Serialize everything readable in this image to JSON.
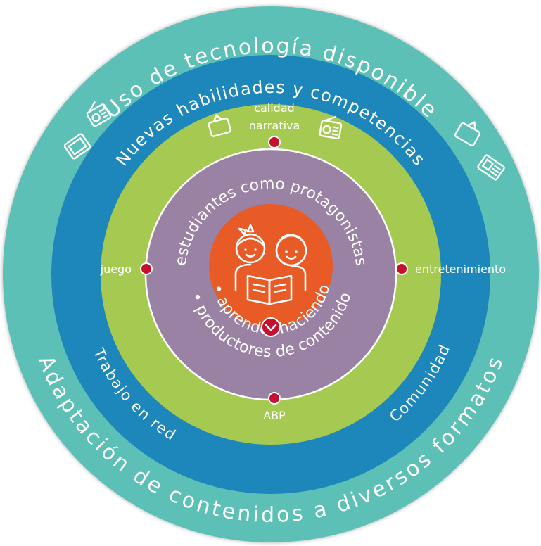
{
  "diagram": {
    "outer_ring": {
      "top_text": "Uso de tecnología disponible",
      "bottom_text": "Adaptación de contenidos a diversos formatos",
      "color": "#5cc0b6"
    },
    "blue_ring": {
      "top_text": "Nuevas habilidades y competencias",
      "bottom_left_text": "Trabajo en red",
      "bottom_right_text": "Comunidad",
      "color": "#1d86bb"
    },
    "green_ring": {
      "color": "#a6c951",
      "points": {
        "top_line1": "calidad",
        "top_line2": "narrativa",
        "left": "juego",
        "right": "entretenimiento",
        "bottom": "ABP"
      },
      "marker_color": "#c8102e"
    },
    "purple_ring": {
      "top_text": "estudiantes como protagonistas",
      "bottom_line1": "• aprender haciendo",
      "bottom_line2": "• productores de contenido",
      "color": "#9a82a4"
    },
    "center": {
      "color": "#e85a26",
      "illustration": "children-reading-book-icon"
    },
    "icons": [
      "tablet-icon",
      "radio-icon",
      "tv-icon",
      "radio-icon",
      "tv-icon",
      "newspaper-icon"
    ]
  }
}
